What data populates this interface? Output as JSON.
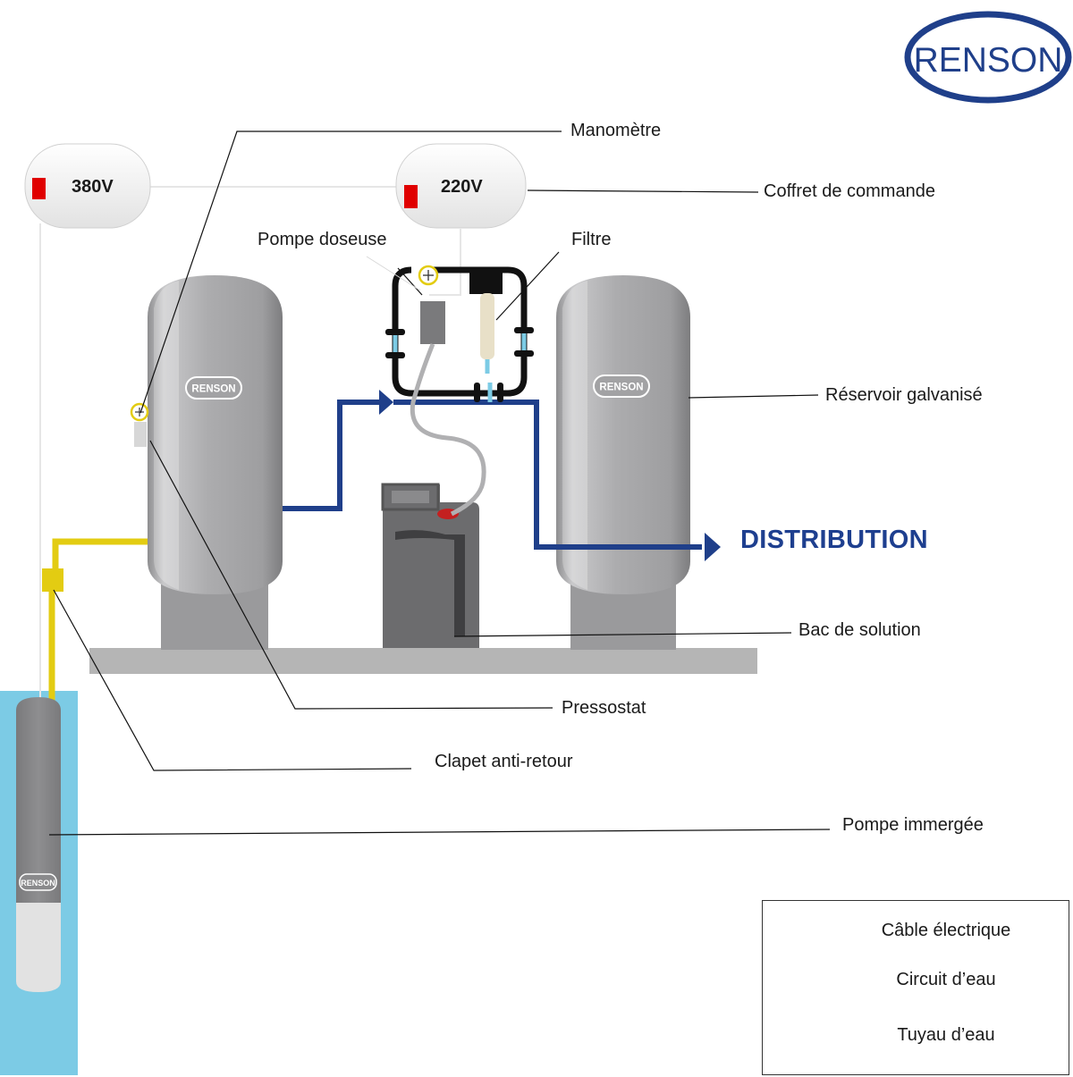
{
  "brand": {
    "name": "RENSON",
    "color": "#1f3f8a"
  },
  "boxes": {
    "left": {
      "voltage": "380V"
    },
    "right": {
      "voltage": "220V"
    }
  },
  "labels": {
    "manometre": "Manomètre",
    "coffret": "Coffret de commande",
    "pompe_doseuse": "Pompe doseuse",
    "filtre": "Filtre",
    "reservoir": "Réservoir galvanisé",
    "distribution": "DISTRIBUTION",
    "bac": "Bac de solution",
    "pressostat": "Pressostat",
    "clapet": "Clapet anti-retour",
    "pompe_immergee": "Pompe immergée"
  },
  "legend": {
    "items": [
      {
        "label": "Câble électrique",
        "color": "#222222"
      },
      {
        "label": "Circuit d’eau",
        "color": "#1f3f8a"
      },
      {
        "label": "Tuyau d’eau",
        "color": "#e3cc12"
      }
    ]
  },
  "colors": {
    "water_circuit": "#1f3f8a",
    "water_pipe": "#e3cc12",
    "well_water": "#7ccbe5",
    "indicator_red": "#e00000",
    "tank_gray": "#a9a9ab",
    "floor_gray": "#b5b5b5"
  }
}
